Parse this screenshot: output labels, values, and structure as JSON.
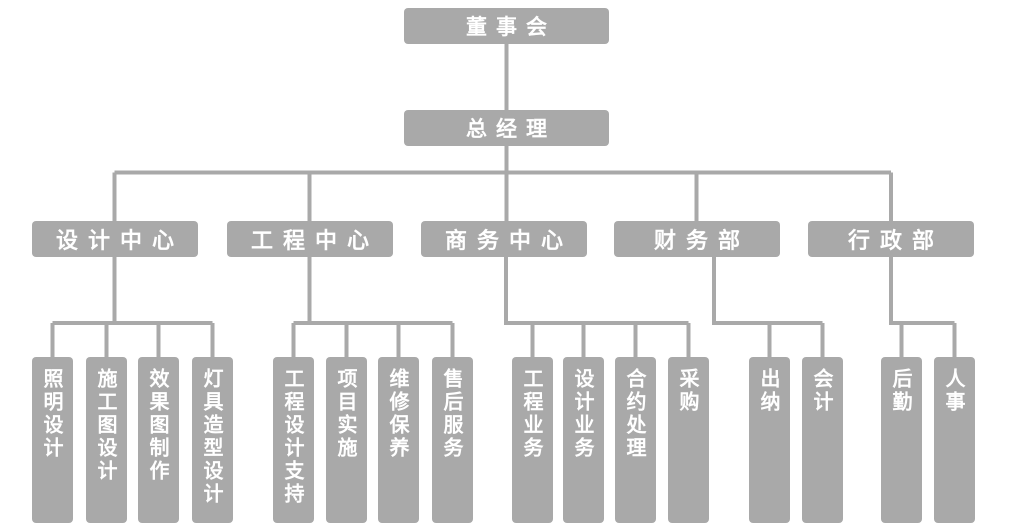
{
  "colors": {
    "box_fill": "#a9a9a9",
    "connector_line": "#a9a9a9",
    "box_text": "#ffffff",
    "background": "#ffffff"
  },
  "org": {
    "board": {
      "label": "董事会"
    },
    "general_manager": {
      "label": "总经理"
    },
    "departments": [
      {
        "label": "设计中心",
        "children": [
          "照明设计",
          "施工图设计",
          "效果图制作",
          "灯具造型设计"
        ]
      },
      {
        "label": "工程中心",
        "children": [
          "工程设计支持",
          "项目实施",
          "维修保养",
          "售后服务"
        ]
      },
      {
        "label": "商务中心",
        "children": [
          "工程业务",
          "设计业务",
          "合约处理",
          "采购"
        ]
      },
      {
        "label": "财务部",
        "children": [
          "出纳",
          "会计"
        ]
      },
      {
        "label": "行政部",
        "children": [
          "后勤",
          "人事"
        ]
      }
    ]
  }
}
